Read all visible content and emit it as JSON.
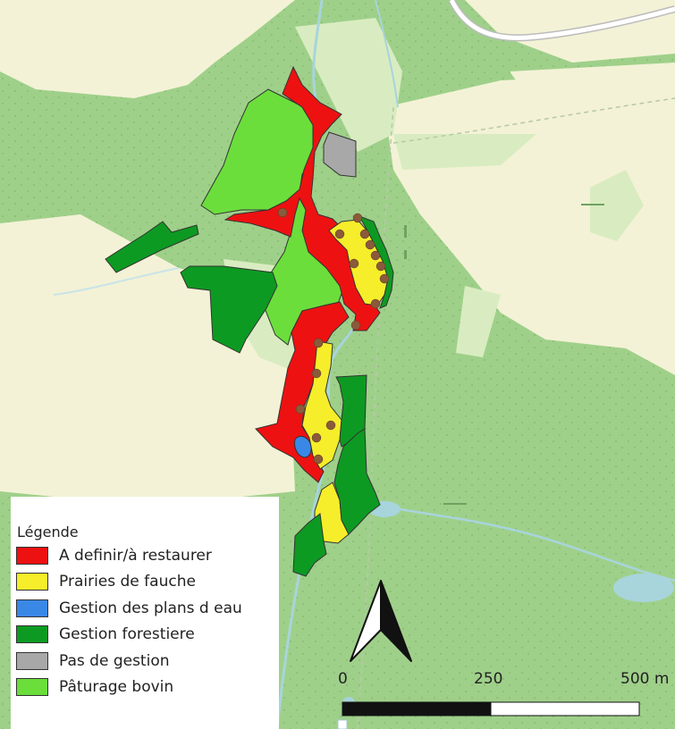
{
  "legend": {
    "title": "Légende",
    "items": [
      {
        "label": "A definir/à restaurer",
        "color": "#ee1111"
      },
      {
        "label": "Prairies de fauche",
        "color": "#f6ee2a"
      },
      {
        "label": "Gestion des plans d eau",
        "color": "#3a88e6"
      },
      {
        "label": "Gestion forestiere",
        "color": "#0d9a22"
      },
      {
        "label": "Pas de gestion",
        "color": "#a8a8a8"
      },
      {
        "label": "Pâturage bovin",
        "color": "#6bde3c"
      }
    ]
  },
  "scale_bar": {
    "labels": [
      "0",
      "250",
      "500 m"
    ]
  },
  "north_arrow_icon": "north-arrow-icon",
  "colors": {
    "forest_base": "#9fd08a",
    "open_land": "#f3f2d6",
    "light_meadow": "#d9ecc1",
    "water": "#a8d4dc",
    "point": "#8a5a3a"
  }
}
